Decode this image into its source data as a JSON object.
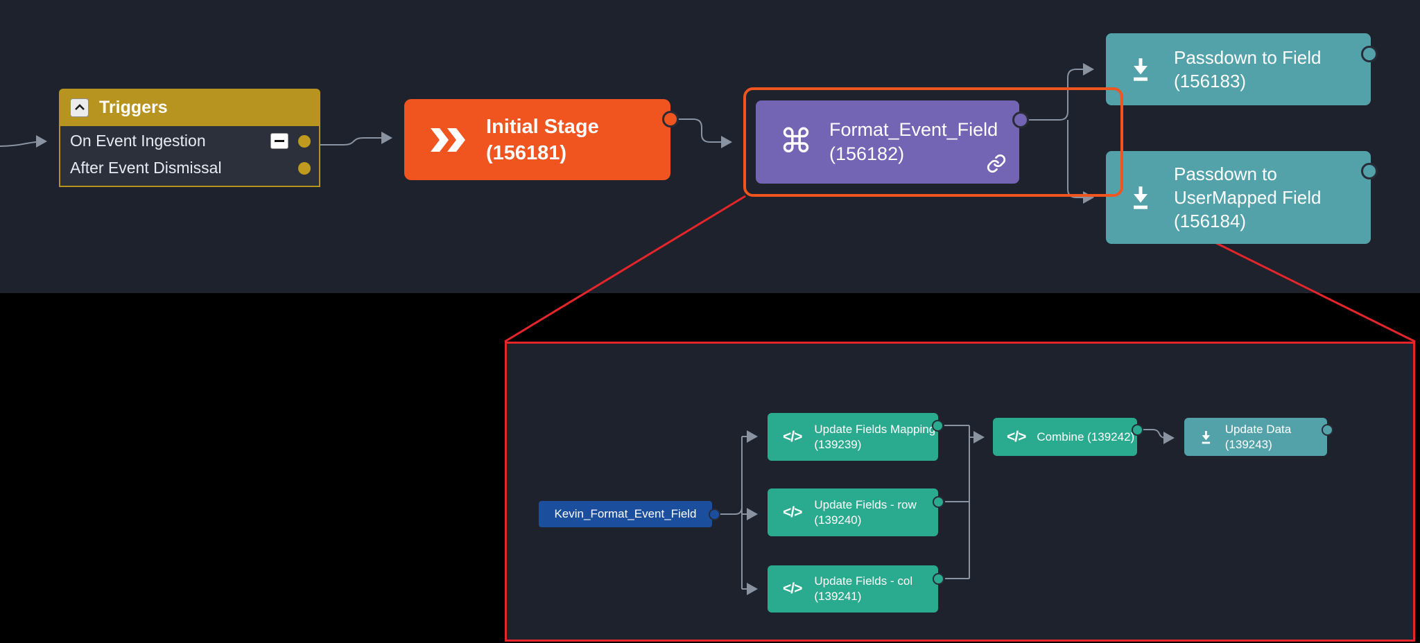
{
  "colors": {
    "background_top": "#1e222c",
    "background_bottom": "#000000",
    "trigger_gold": "#b7941f",
    "stage_orange": "#f0541f",
    "action_purple": "#7464b4",
    "passdown_teal": "#53a2aa",
    "script_green": "#2aaa8e",
    "playbook_blue": "#1b4e9d",
    "annotation_red": "#e6252b",
    "connector_gray": "#8a93a2"
  },
  "icons": {
    "command": "⌘",
    "code": "</>"
  },
  "main": {
    "triggers": {
      "title": "Triggers",
      "items": [
        {
          "label": "On Event Ingestion"
        },
        {
          "label": "After Event Dismissal"
        }
      ]
    },
    "initial_stage": {
      "title": "Initial Stage",
      "id": "(156181)"
    },
    "format_event_field": {
      "title": "Format_Event_Field",
      "id": "(156182)"
    },
    "passdown_field": {
      "title": "Passdown to Field",
      "id": "(156183)"
    },
    "passdown_usermapped": {
      "title": "Passdown to UserMapped Field",
      "id": "(156184)"
    }
  },
  "detail": {
    "kevin": {
      "label": "Kevin_Format_Event_Field"
    },
    "update_fields_mapping": {
      "title": "Update Fields Mapping",
      "id": "(139239)"
    },
    "update_fields_row": {
      "title": "Update Fields - row",
      "id": "(139240)"
    },
    "update_fields_col": {
      "title": "Update Fields - col",
      "id": "(139241)"
    },
    "combine": {
      "label": "Combine (139242)"
    },
    "update_data": {
      "label": "Update Data (139243)"
    }
  }
}
